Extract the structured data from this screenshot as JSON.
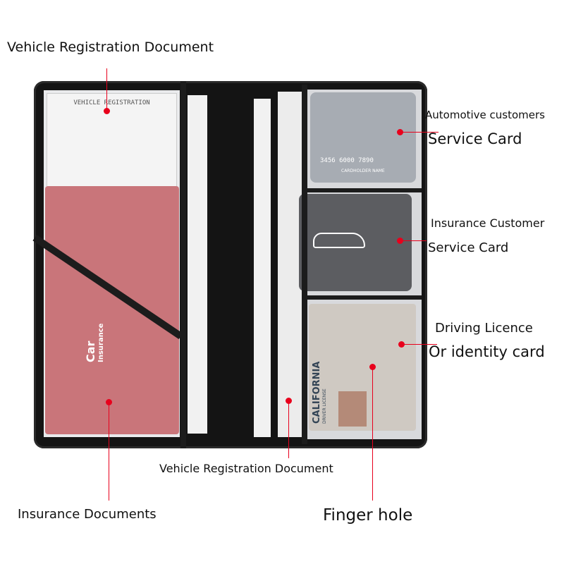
{
  "labels": {
    "vehicle_registration_top": "Vehicle Registration Document",
    "automotive_customers": "Automotive customers",
    "service_card_1": "Service Card",
    "insurance_customer": "Insurance Customer",
    "service_card_2": "Service Card",
    "driving_licence": "Driving Licence",
    "or_identity_card": "Or identity card",
    "vehicle_registration_bottom": "Vehicle Registration Document",
    "insurance_documents": "Insurance Documents",
    "finger_hole": "Finger hole"
  },
  "photo_text": {
    "registration_heading": "VEHICLE REGISTRATION",
    "insurance_card_line1": "Car",
    "insurance_card_line2": "Insurance",
    "card_number": "3456 6000 7890",
    "cardholder": "CARDHOLDER NAME",
    "license_state": "CALIFORNIA",
    "license_type": "DRIVER LICENSE"
  },
  "colors": {
    "annotation": "#e8001c",
    "wallet": "#141414",
    "insurance_card": "#c9757a"
  }
}
